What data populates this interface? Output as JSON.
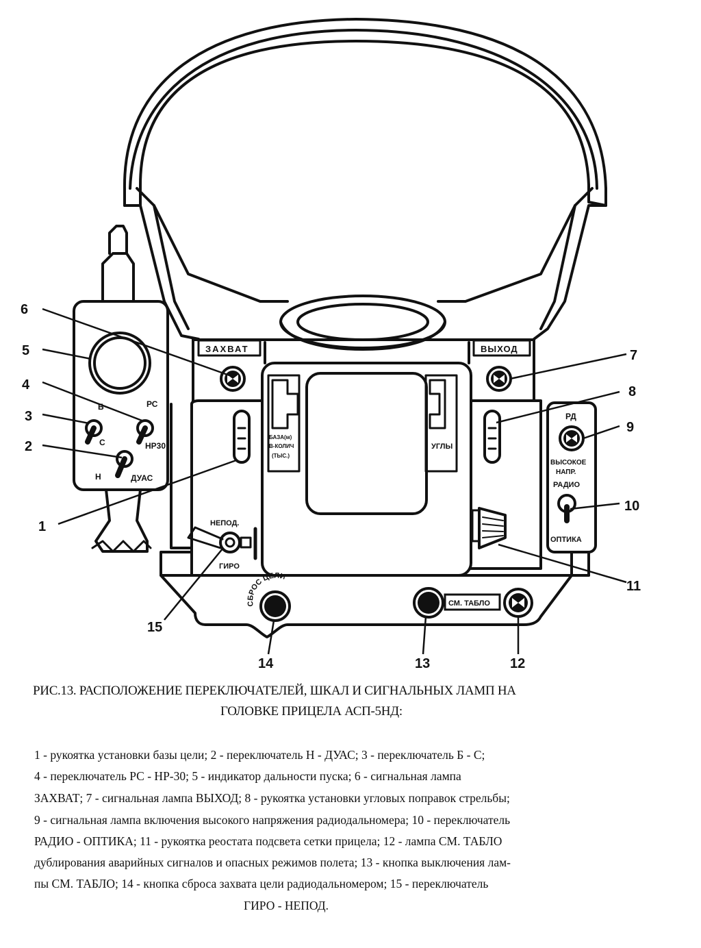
{
  "diagram": {
    "callouts": [
      "1",
      "2",
      "3",
      "4",
      "5",
      "6",
      "7",
      "8",
      "9",
      "10",
      "11",
      "12",
      "13",
      "14",
      "15"
    ],
    "panel_labels": {
      "zahvat": "ЗАХВАТ",
      "vyhod": "ВЫХОД",
      "b": "Б",
      "c": "С",
      "rs": "РС",
      "nr30": "НР30",
      "n": "Н",
      "duas": "ДУАС",
      "baza_1": "БАЗА(м)",
      "baza_2": "В-КОЛИЧ",
      "baza_3": "(ТЫС.)",
      "ugly": "УГЛЫ",
      "rd": "РД",
      "vysokoe_1": "ВЫСОКОЕ",
      "vysokoe_2": "НАПР.",
      "radio": "РАДИО",
      "optika": "ОПТИКА",
      "nepod": "НЕПОД.",
      "giro": "ГИРО",
      "sbros_celi": "СБРОС ЦЕЛИ",
      "sm_tablo": "СМ. ТАБЛО"
    }
  },
  "caption": {
    "line1": "РИС.13. РАСПОЛОЖЕНИЕ ПЕРЕКЛЮЧАТЕЛЕЙ, ШКАЛ И СИГНАЛЬНЫХ ЛАМП НА",
    "line2": "ГОЛОВКЕ ПРИЦЕЛА АСП-5НД:"
  },
  "legend": {
    "lines": [
      "1 - рукоятка установки базы цели; 2 - переключатель Н - ДУАС; 3 - переключатель Б - С;",
      "4 - переключатель РС - НР-30; 5 - индикатор дальности пуска; 6 - сигнальная лампа",
      "ЗАХВАТ; 7 - сигнальная лампа ВЫХОД; 8 - рукоятка установки угловых поправок стрельбы;",
      "9 - сигнальная лампа включения высокого напряжения радиодальномера; 10 - переключатель",
      "РАДИО - ОПТИКА; 11 - рукоятка реостата подсвета сетки прицела; 12 - лампа СМ. ТАБЛО",
      "дублирования аварийных сигналов и опасных режимов полета; 13 - кнопка выключения лам-",
      "пы СМ. ТАБЛО; 14 - кнопка сброса захвата цели радиодальномером; 15 - переключатель",
      "ГИРО - НЕПОД."
    ]
  }
}
